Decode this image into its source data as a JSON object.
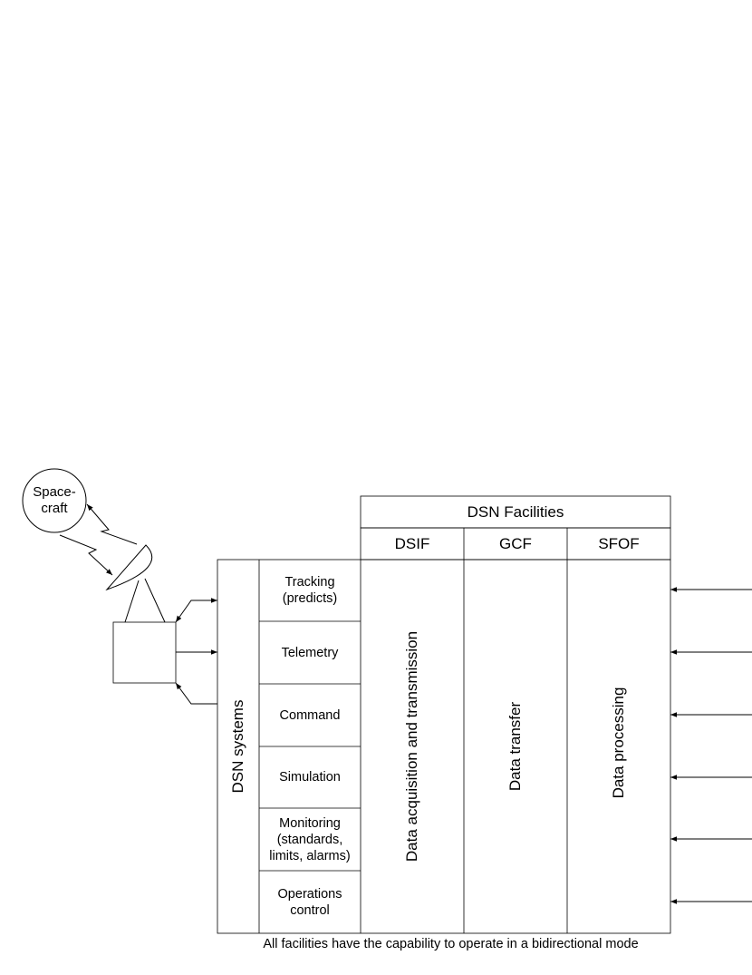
{
  "spacecraft": {
    "label_line1": "Space-",
    "label_line2": "craft"
  },
  "facilities": {
    "header": "DSN Facilities",
    "columns": [
      "DSIF",
      "GCF",
      "SFOF"
    ],
    "functions": [
      "Data acquisition and transmission",
      "Data transfer",
      "Data processing"
    ]
  },
  "systems": {
    "label": "DSN systems",
    "items": [
      {
        "line1": "Tracking",
        "line2": "(predicts)",
        "line3": ""
      },
      {
        "line1": "Telemetry",
        "line2": "",
        "line3": ""
      },
      {
        "line1": "Command",
        "line2": "",
        "line3": ""
      },
      {
        "line1": "Simulation",
        "line2": "",
        "line3": ""
      },
      {
        "line1": "Monitoring",
        "line2": "(standards,",
        "line3": "limits, alarms)"
      },
      {
        "line1": "Operations",
        "line2": "control",
        "line3": ""
      }
    ]
  },
  "footnote": "All facilities have the capability to operate in a bidirectional mode"
}
